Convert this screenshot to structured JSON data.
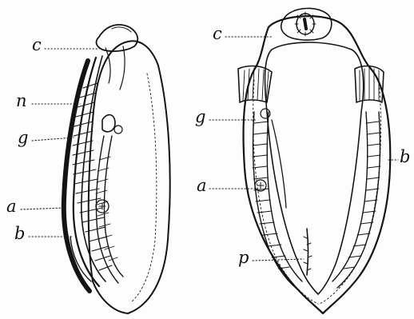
{
  "figure": {
    "left_specimen": {
      "labels": {
        "c": "c",
        "n": "n",
        "g": "g",
        "a": "a",
        "b": "b"
      }
    },
    "right_specimen": {
      "labels": {
        "c": "c",
        "g": "g",
        "a": "a",
        "b": "b",
        "p": "p"
      }
    }
  },
  "colors": {
    "ink": "#141414",
    "paper": "#fdfdfd"
  }
}
